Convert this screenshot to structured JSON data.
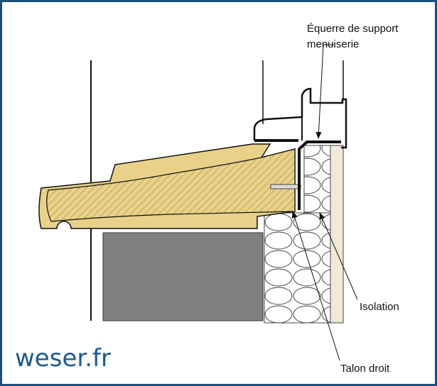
{
  "labels": {
    "bracket_line1": "Équerre de support",
    "bracket_line2": "menuiserie",
    "insulation": "Isolation",
    "heel": "Talon droit"
  },
  "logo": "weser.fr",
  "colors": {
    "border": "#1b4f7c",
    "sill": "#e9d18a",
    "block": "#808080",
    "panel": "#efe9d6",
    "logo": "#1b5a8e"
  }
}
